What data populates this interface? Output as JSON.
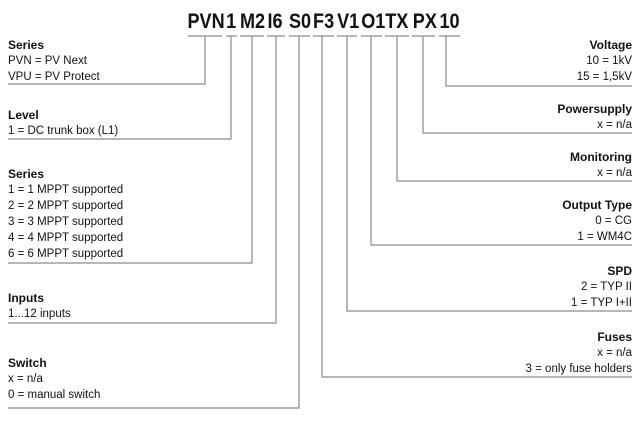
{
  "code_segments": [
    "PVN",
    "1",
    "M2",
    "I6",
    "S0",
    "F3",
    "V1",
    "O1",
    "TX",
    "PX",
    "10"
  ],
  "left_blocks": [
    {
      "title": "Series",
      "lines": [
        "PVN = PV Next",
        "VPU = PV Protect"
      ]
    },
    {
      "title": "Level",
      "lines": [
        "1 = DC trunk box (L1)"
      ]
    },
    {
      "title": "Series",
      "lines": [
        "1 = 1 MPPT supported",
        "2 = 2 MPPT supported",
        "3 = 3 MPPT supported",
        "4 = 4 MPPT supported",
        "6 = 6 MPPT supported"
      ]
    },
    {
      "title": "Inputs",
      "lines": [
        "1...12 inputs"
      ]
    },
    {
      "title": "Switch",
      "lines": [
        "x = n/a",
        "0 = manual switch"
      ]
    }
  ],
  "right_blocks": [
    {
      "title": "Voltage",
      "lines": [
        "10 = 1kV",
        "15 = 1,5kV"
      ]
    },
    {
      "title": "Powersupply",
      "lines": [
        "x = n/a"
      ]
    },
    {
      "title": "Monitoring",
      "lines": [
        "x = n/a"
      ]
    },
    {
      "title": "Output Type",
      "lines": [
        "0 = CG",
        "1 = WM4C"
      ]
    },
    {
      "title": "SPD",
      "lines": [
        "2 = TYP II",
        "1 = TYP I+II"
      ]
    },
    {
      "title": "Fuses",
      "lines": [
        "x = n/a",
        "3 = only fuse holders"
      ]
    }
  ]
}
